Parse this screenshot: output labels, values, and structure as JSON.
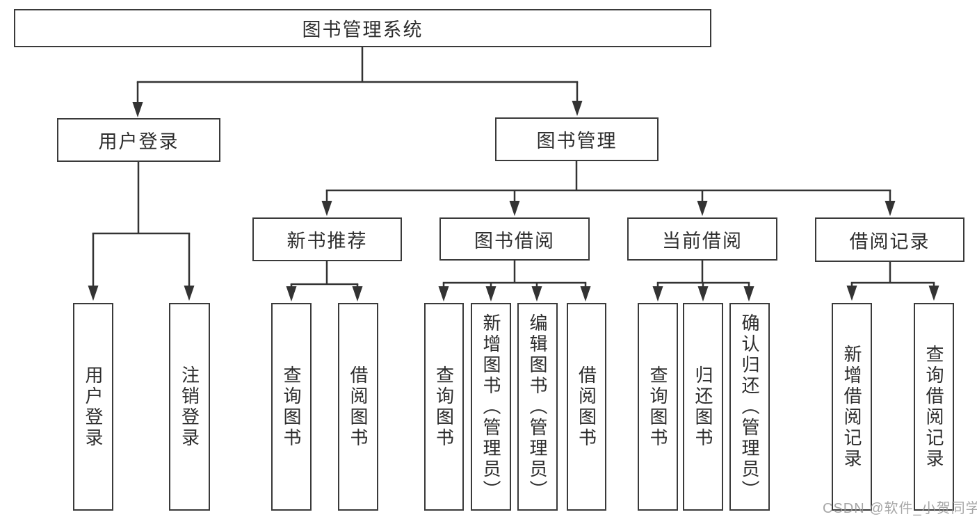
{
  "diagram": {
    "root": {
      "label": "图书管理系统"
    },
    "level2": [
      {
        "label": "用户登录"
      },
      {
        "label": "图书管理"
      }
    ],
    "level3": [
      {
        "label": "新书推荐"
      },
      {
        "label": "图书借阅"
      },
      {
        "label": "当前借阅"
      },
      {
        "label": "借阅记录"
      }
    ],
    "leaves": {
      "user_login": [
        "用户登录",
        "注销登录"
      ],
      "new_books": [
        "查询图书",
        "借阅图书"
      ],
      "book_borrow": [
        "查询图书",
        "新增图书（管理员）",
        "编辑图书（管理员）",
        "借阅图书"
      ],
      "current_borrow": [
        "查询图书",
        "归还图书",
        "确认归还（管理员）"
      ],
      "borrow_records": [
        "新增借阅记录",
        "查询借阅记录"
      ]
    }
  },
  "watermark": {
    "text": "CSDN @软件_小贺同学"
  },
  "colors": {
    "line": "#333333",
    "border": "#3a3a3a",
    "text": "#2d2d2d",
    "watermark": "#969696",
    "background": "#ffffff"
  }
}
